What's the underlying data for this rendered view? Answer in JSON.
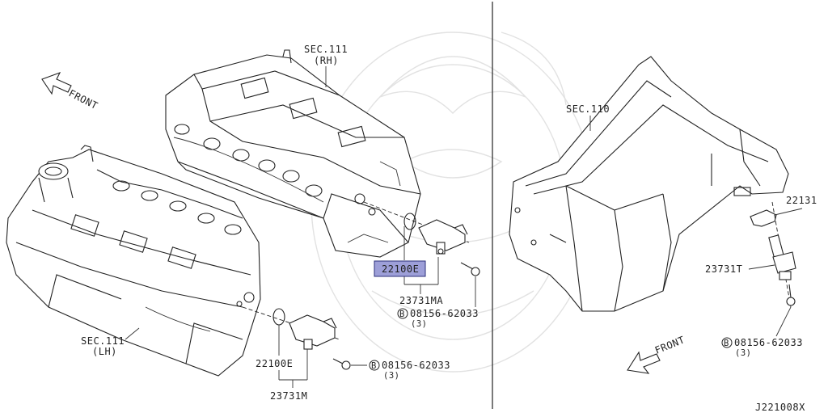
{
  "labels": {
    "sec111_rh_1": "SEC.111",
    "sec111_rh_2": "(RH)",
    "sec111_lh_1": "SEC.111",
    "sec111_lh_2": "(LH)",
    "sec110": "SEC.110",
    "front_left": "FRONT",
    "front_right": "FRONT",
    "p22100e_highlighted": "22100E",
    "p23731ma": "23731MA",
    "bolt_upper_code": "08156-62033",
    "bolt_upper_qty": "(3)",
    "p22100e_lower": "22100E",
    "p23731m": "23731M",
    "bolt_lower_code": "08156-62033",
    "bolt_lower_qty": "(3)",
    "p22131": "22131",
    "p23731t": "23731T",
    "bolt_right_code": "08156-62033",
    "bolt_right_qty": "(3)",
    "bolt_symbol": "B",
    "diagram_id": "J221008X"
  },
  "colors": {
    "highlight_fill": "#9d9fd8",
    "highlight_stroke": "#2b2f7a",
    "line": "#222222",
    "watermark": "#e2e2e2"
  }
}
